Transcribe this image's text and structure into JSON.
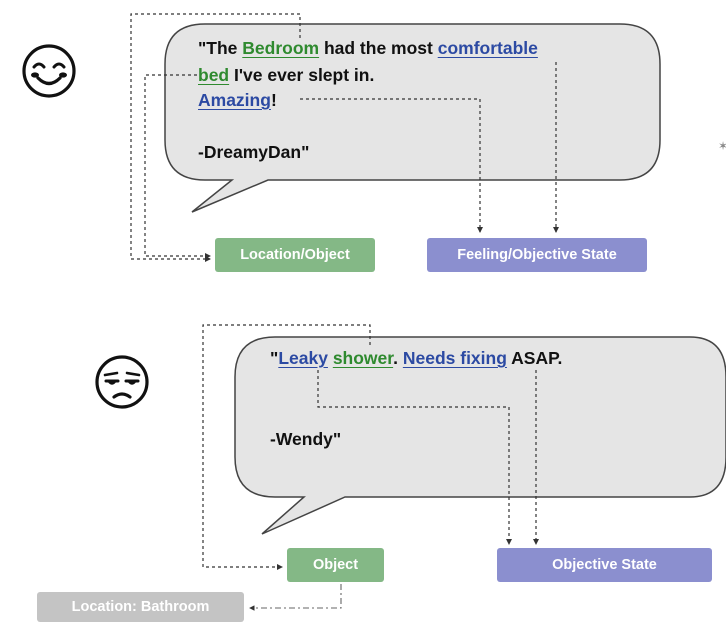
{
  "colors": {
    "bubble_fill": "#e5e5e5",
    "bubble_stroke": "#444444",
    "object_green": "#2f8a2f",
    "feeling_blue": "#2c4aa3",
    "tag_green": "#84b886",
    "tag_purple": "#8b8fcf",
    "tag_grey": "#c4c4c4"
  },
  "review1": {
    "emoji": "smiling-face-icon",
    "quote_open": "\"The ",
    "bedroom": "Bedroom",
    "had_the_most": " had the most ",
    "comfortable": "comfortable",
    "bed": "bed",
    "slept_in": " I've ever slept in.",
    "amazing": "Amazing",
    "exclaim": "!",
    "author": "-DreamyDan\"",
    "tag_location": "Location/Object",
    "tag_feeling": "Feeling/Objective State"
  },
  "review2": {
    "emoji": "unamused-face-icon",
    "quote_open": "\"",
    "leaky": "Leaky",
    "space1": " ",
    "shower": "shower",
    "period1": ". ",
    "needs_fixing": "Needs fixing",
    "asap": " ASAP.",
    "author": "-Wendy\"",
    "tag_object": "Object",
    "tag_state": "Objective State",
    "tag_location": "Location: Bathroom"
  }
}
